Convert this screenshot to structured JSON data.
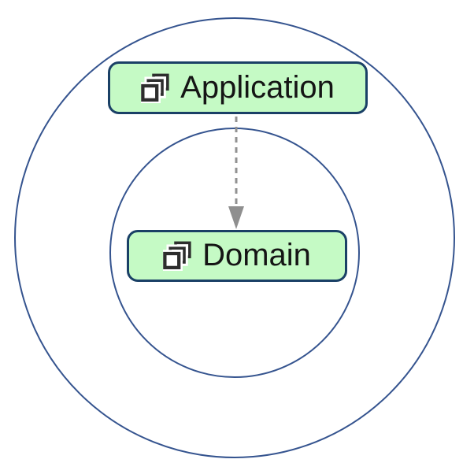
{
  "diagram": {
    "type": "layered-architecture",
    "rings": [
      {
        "name": "outer-circle"
      },
      {
        "name": "inner-circle"
      }
    ],
    "nodes": [
      {
        "label": "Application",
        "icon": "stacked-squares-icon",
        "ring": "outer-circle"
      },
      {
        "label": "Domain",
        "icon": "stacked-squares-icon",
        "ring": "inner-circle"
      }
    ],
    "edges": [
      {
        "from": "Application",
        "to": "Domain",
        "style": "dashed",
        "direction": "down",
        "arrowhead": "solid-triangle"
      }
    ],
    "colors": {
      "background": "#ffffff",
      "circle_stroke": "#35548f",
      "node_fill": "#c5fac5",
      "node_border": "#1a4066",
      "node_text": "#151515",
      "icon_dark": "#2d2d2d",
      "arrow": "#919191"
    }
  }
}
